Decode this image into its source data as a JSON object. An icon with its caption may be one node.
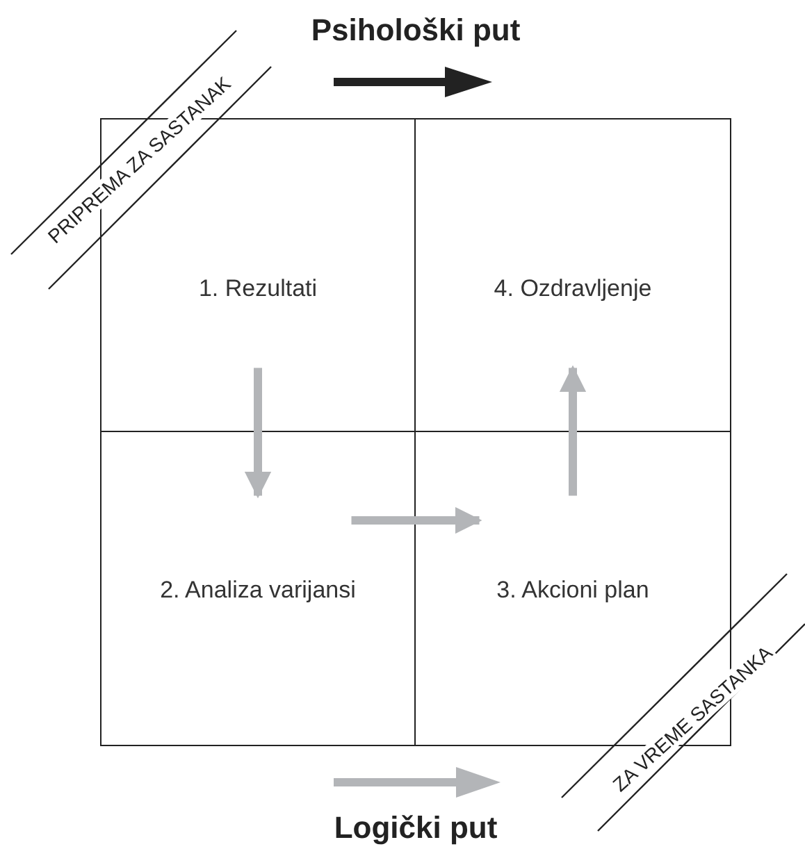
{
  "diagram": {
    "nodes": [
      {
        "text": [
          "1. Rezultati"
        ]
      },
      {
        "text": [
          "4. Ozdravljenje"
        ]
      },
      {
        "text": [
          "2. Analiza varijansi"
        ]
      },
      {
        "text": [
          "3. Akcioni plan"
        ]
      }
    ],
    "edges": [
      {
        "from": 0,
        "to": 2,
        "arrow": "to"
      },
      {
        "from": 2,
        "to": 3,
        "arrow": "to"
      },
      {
        "from": 3,
        "to": 1,
        "arrow": "to"
      }
    ],
    "labels": [
      "Psihološki put",
      "PRIPREMA ZA SASTANAK",
      "ZA VREME SASTANKA",
      "Logički put"
    ]
  }
}
